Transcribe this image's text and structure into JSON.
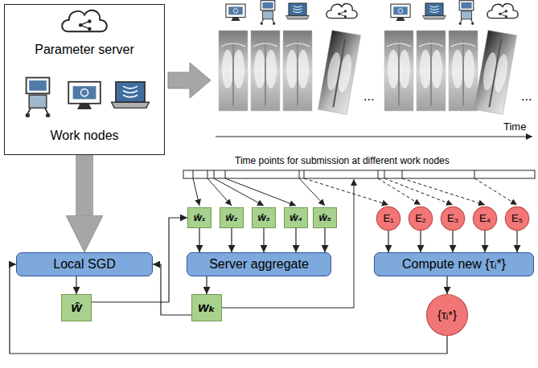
{
  "diagram": {
    "nodes": [
      {
        "text": [
          "Parameter server",
          "Work nodes"
        ]
      },
      {
        "text": [
          "ŵ₁"
        ]
      },
      {
        "text": [
          "ŵ₂"
        ]
      },
      {
        "text": [
          "ŵ₃"
        ]
      },
      {
        "text": [
          "ŵ₄"
        ]
      },
      {
        "text": [
          "ŵ₅"
        ]
      },
      {
        "text": [
          "E₁"
        ]
      },
      {
        "text": [
          "E₂"
        ]
      },
      {
        "text": [
          "E₃"
        ]
      },
      {
        "text": [
          "E₄"
        ]
      },
      {
        "text": [
          "E₅"
        ]
      },
      {
        "text": [
          "Local SGD"
        ]
      },
      {
        "text": [
          "Server aggregate"
        ]
      },
      {
        "text": [
          "Compute new {τᵢ*}"
        ]
      },
      {
        "text": [
          "ŵ"
        ]
      },
      {
        "text": [
          "wₖ"
        ]
      },
      {
        "text": [
          "{τᵢ*}"
        ]
      }
    ],
    "edges": [
      {
        "from": 0,
        "to": 11,
        "arrow": "to"
      },
      {
        "from": 11,
        "to": 14,
        "arrow": "to"
      },
      {
        "from": 14,
        "to": 1,
        "arrow": "to"
      },
      {
        "from": 1,
        "to": 12,
        "arrow": "to"
      },
      {
        "from": 2,
        "to": 12,
        "arrow": "to"
      },
      {
        "from": 3,
        "to": 12,
        "arrow": "to"
      },
      {
        "from": 4,
        "to": 12,
        "arrow": "to"
      },
      {
        "from": 5,
        "to": 12,
        "arrow": "to"
      },
      {
        "from": 6,
        "to": 13,
        "arrow": "to"
      },
      {
        "from": 7,
        "to": 13,
        "arrow": "to"
      },
      {
        "from": 8,
        "to": 13,
        "arrow": "to"
      },
      {
        "from": 9,
        "to": 13,
        "arrow": "to"
      },
      {
        "from": 10,
        "to": 13,
        "arrow": "to"
      },
      {
        "from": 12,
        "to": 15,
        "arrow": "to"
      },
      {
        "from": 15,
        "to": 11,
        "arrow": "to"
      },
      {
        "from": 13,
        "to": 16,
        "arrow": "to"
      },
      {
        "from": 16,
        "to": 11,
        "arrow": "to"
      }
    ],
    "labels": [
      "...",
      "...",
      "Time",
      "Time points for submission at different work nodes"
    ]
  }
}
